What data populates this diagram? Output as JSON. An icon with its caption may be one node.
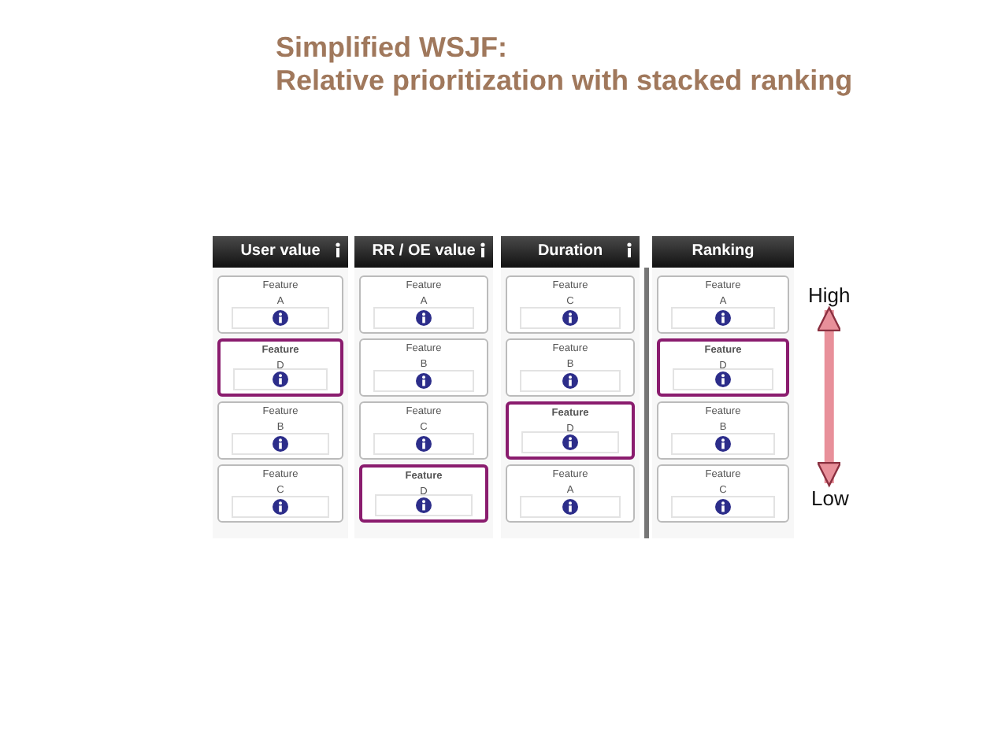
{
  "diagram": {
    "title": "Simplified WSJF: Relative prioritization with stacked ranking",
    "nodes": [
      {
        "text": [
          "User value"
        ]
      },
      {
        "text": [
          "Feature",
          "A"
        ],
        "in": 0
      },
      {
        "text": [
          "Feature",
          "D"
        ],
        "in": 0
      },
      {
        "text": [
          "Feature",
          "B"
        ],
        "in": 0
      },
      {
        "text": [
          "Feature",
          "C"
        ],
        "in": 0
      },
      {
        "text": [
          "RR / OE value"
        ]
      },
      {
        "text": [
          "Feature",
          "A"
        ],
        "in": 5
      },
      {
        "text": [
          "Feature",
          "B"
        ],
        "in": 5
      },
      {
        "text": [
          "Feature",
          "C"
        ],
        "in": 5
      },
      {
        "text": [
          "Feature",
          "D"
        ],
        "in": 5
      },
      {
        "text": [
          "Duration"
        ]
      },
      {
        "text": [
          "Feature",
          "C"
        ],
        "in": 10
      },
      {
        "text": [
          "Feature",
          "B"
        ],
        "in": 10
      },
      {
        "text": [
          "Feature",
          "D"
        ],
        "in": 10
      },
      {
        "text": [
          "Feature",
          "A"
        ],
        "in": 10
      },
      {
        "text": [
          "Ranking"
        ]
      },
      {
        "text": [
          "Feature",
          "A"
        ],
        "in": 15
      },
      {
        "text": [
          "Feature",
          "D"
        ],
        "in": 15
      },
      {
        "text": [
          "Feature",
          "B"
        ],
        "in": 15
      },
      {
        "text": [
          "Feature",
          "C"
        ],
        "in": 15
      },
      {
        "text": [
          "High"
        ]
      },
      {
        "text": [
          "Low"
        ]
      }
    ],
    "edges": [
      {
        "from": 20,
        "to": 21,
        "arrow": "both"
      }
    ]
  }
}
